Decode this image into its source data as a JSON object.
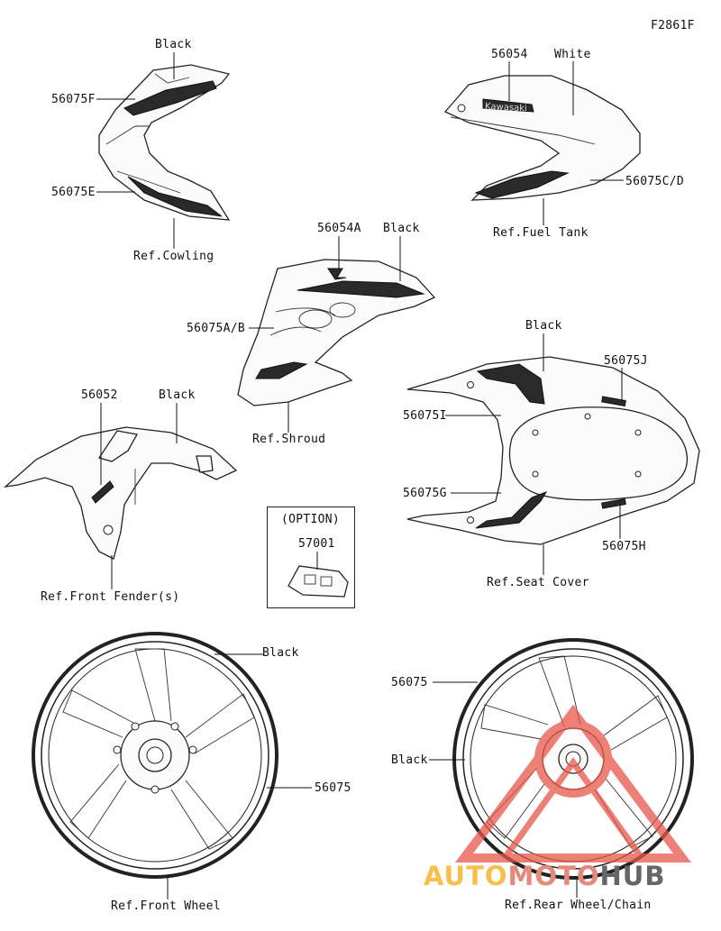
{
  "figure_code": "F2861F",
  "labels": {
    "cowl_black": "Black",
    "cowl_part_f": "56075F",
    "cowl_part_e": "56075E",
    "cowl_ref": "Ref.Cowling",
    "tank_part": "56054",
    "tank_color": "White",
    "tank_part_cd": "56075C/D",
    "tank_ref": "Ref.Fuel Tank",
    "tank_brand": "Kawasaki",
    "shroud_part": "56054A",
    "shroud_black": "Black",
    "shroud_part_ab": "56075A/B",
    "shroud_ref": "Ref.Shroud",
    "seat_black": "Black",
    "seat_part_j": "56075J",
    "seat_part_i": "56075I",
    "seat_part_g": "56075G",
    "seat_part_h": "56075H",
    "seat_ref": "Ref.Seat Cover",
    "fender_part": "56052",
    "fender_black": "Black",
    "fender_ref": "Ref.Front Fender(s)",
    "option_title": "(OPTION)",
    "option_part": "57001",
    "front_black": "Black",
    "front_part": "56075",
    "front_ref": "Ref.Front Wheel",
    "rear_part": "56075",
    "rear_black": "Black",
    "rear_ref": "Ref.Rear Wheel/Chain"
  },
  "watermark": {
    "part1": "AUTO",
    "part2": "MOTO",
    "part3": "HUB",
    "colors": {
      "auto": "#f6c04a",
      "moto": "#e58a7a",
      "hub": "#666666"
    }
  }
}
